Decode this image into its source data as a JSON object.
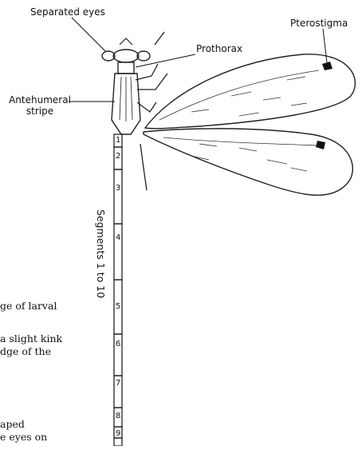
{
  "labels": {
    "separated_eyes": "Separated eyes",
    "pterostigma": "Pterostigma",
    "prothorax": "Prothorax",
    "antehumeral_line1": "Antehumeral",
    "antehumeral_line2": "stripe",
    "segments": "Segments 1 to 10"
  },
  "segment_numbers": [
    "1",
    "2",
    "3",
    "4",
    "5",
    "6",
    "7",
    "8",
    "9"
  ],
  "body_text": [
    "ge of larval",
    "a slight kink",
    "dge of the",
    "aped",
    "e eyes on"
  ]
}
